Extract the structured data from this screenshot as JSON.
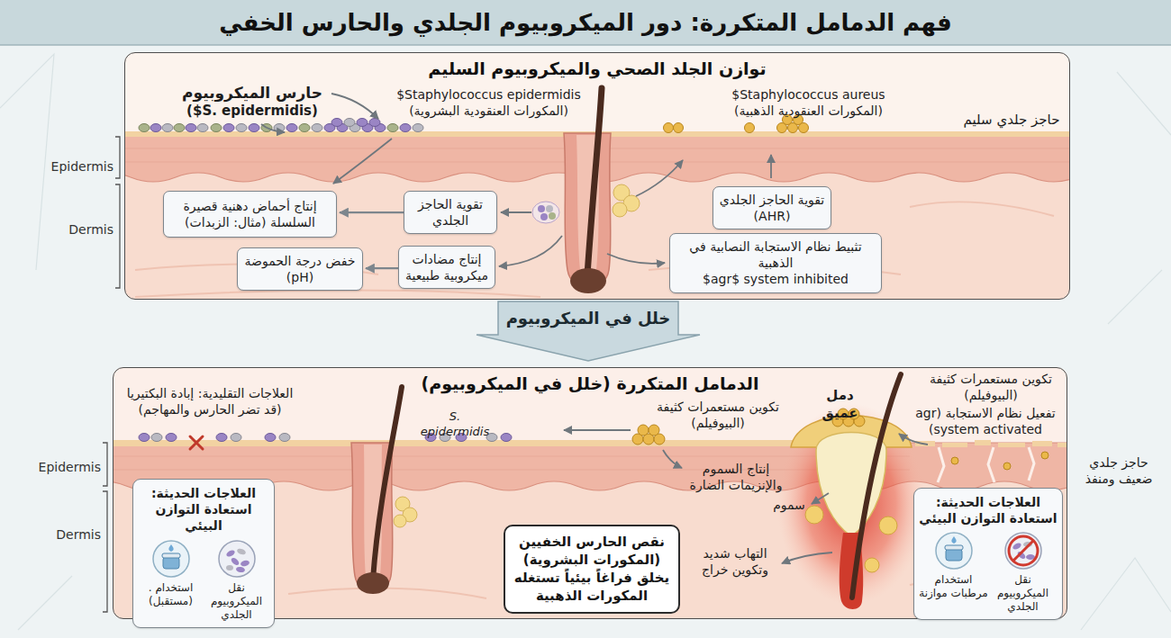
{
  "diagram": {
    "title": "فهم الدمامل المتكررة: دور الميكروبيوم الجلدي والحارس الخفي",
    "nodes": [
      {
        "text": [
          "توازن الجلد الصحي والميكروبيوم السليم"
        ]
      },
      {
        "text": [
          "تقوية الحاجز الجلدي (AHR)"
        ],
        "in": 0
      },
      {
        "text": [
          "تقوية الحاجز الجلدي"
        ],
        "in": 0
      },
      {
        "text": [
          "إنتاج أحماض دهنية قصيرة السلسلة (مثال: الزبدات)"
        ],
        "in": 0
      },
      {
        "text": [
          "تثبيط نظام الاستجابة النصابية في الذهبية",
          "$agr$ system inhibited"
        ],
        "in": 0
      },
      {
        "text": [
          "إنتاج مضادات ميكروبية طبيعية"
        ],
        "in": 0
      },
      {
        "text": [
          "خفض درجة الحموضة (pH)"
        ],
        "in": 0
      },
      {
        "text": [
          "خلل في الميكروبيوم"
        ]
      },
      {
        "text": [
          "الدمامل المتكررة (خلل في الميكروبيوم)"
        ]
      },
      {
        "text": [
          "العلاجات الحديثة: استعادة التوازن البيئي",
          "نقل الميكروبيوم الجلدي",
          "استخدام مرطبات موازنة"
        ],
        "in": 8
      },
      {
        "text": [
          "نقص الحارس الخفيين (المكورات البشروية) يخلق فراغاً بيئياً تستغله المكورات الذهبية"
        ],
        "in": 8
      },
      {
        "text": [
          "العلاجات الحديثة: استعادة التوازن البيئي",
          "نقل الميكروبيوم الجلدي",
          "استخدام . (مستقبل)"
        ],
        "in": 8
      }
    ],
    "edges": [
      {
        "from": 2,
        "to": 3,
        "arrow": "to"
      },
      {
        "from": 5,
        "to": 6,
        "arrow": "to"
      }
    ],
    "labels": [
      "حارس الميكروبيوم",
      "($S. epidermidis)",
      "$Staphylococcus epidermidis (المكورات العنقودية البشروية)",
      "$Staphylococcus aureus (المكورات العنقودية الذهبية)",
      "حاجز جلدي سليم",
      "Epidermis",
      "Dermis",
      "العلاجات التقليدية: إبادة البكتيريا (قد تضر الحارس والمهاجم)",
      "S. epidermidis",
      "تكوين مستعمرات كثيفة (البيوفيلم)",
      "دمل عميق",
      "تكوين مستعمرات كثيفة (البيوفيلم)",
      "تفعيل نظام الاستجابة (agr system activated)",
      "حاجز جلدي ضعيف ومنفذ",
      "إنتاج السموم والإنزيمات الضارة",
      "سموم",
      "التهاب شديد وتكوين خراج",
      "Epidermis",
      "Dermis"
    ]
  }
}
